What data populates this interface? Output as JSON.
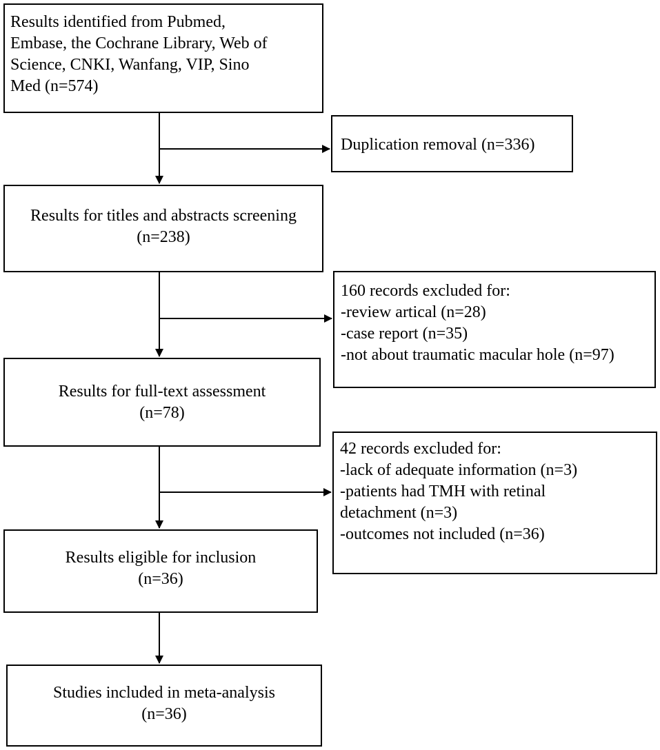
{
  "boxes": {
    "identified": {
      "lines": [
        "Results identified from Pubmed,",
        "Embase, the Cochrane Library, Web of",
        "Science, CNKI, Wanfang, VIP,  Sino",
        "Med (n=574)"
      ]
    },
    "duplication": {
      "lines": [
        "Duplication removal (n=336)"
      ]
    },
    "screening": {
      "lines": [
        "Results for titles and abstracts screening",
        "(n=238)"
      ]
    },
    "excluded_1": {
      "lines": [
        "160 records excluded for:",
        "-review artical (n=28)",
        "-case report (n=35)",
        "-not about traumatic macular hole (n=97)"
      ]
    },
    "fulltext": {
      "lines": [
        "Results for full-text assessment",
        "(n=78)"
      ]
    },
    "excluded_2": {
      "lines": [
        "42 records excluded for:",
        "-lack of  adequate information (n=3)",
        "-patients had TMH with retinal",
        "detachment (n=3)",
        "-outcomes not included (n=36)"
      ]
    },
    "eligible": {
      "lines": [
        "Results eligible for inclusion",
        "(n=36)"
      ]
    },
    "included": {
      "lines": [
        "Studies included in meta-analysis",
        "(n=36)"
      ]
    }
  }
}
